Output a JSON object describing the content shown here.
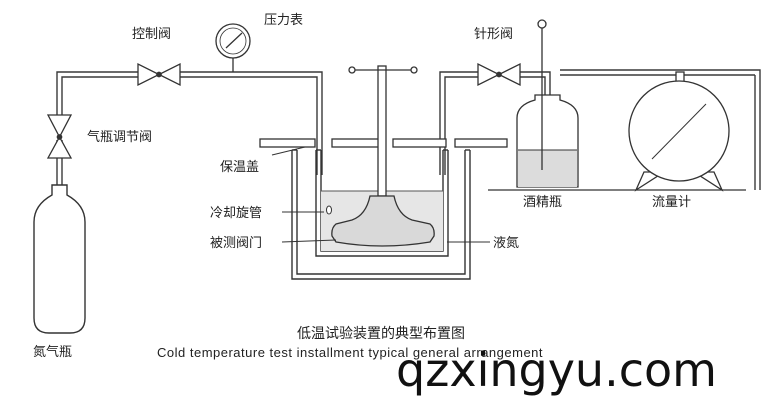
{
  "labels": {
    "control_valve": "控制阀",
    "pressure_gauge": "压力表",
    "needle_valve": "针形阀",
    "cylinder_regulator_valve": "气瓶调节阀",
    "insulated_cover": "保温盖",
    "cooling_coil": "冷却旋管",
    "valve_under_test": "被测阀门",
    "liquid_nitrogen": "液氮",
    "alcohol_bottle": "酒精瓶",
    "flow_meter": "流量计",
    "nitrogen_cylinder": "氮气瓶"
  },
  "caption": {
    "chinese": "低温试验装置的典型布置图",
    "english": "Cold temperature test installment typical general arrangement"
  },
  "watermark": "qzxingyu.com",
  "colors": {
    "line": "#3a3a3a",
    "liquid": "#e6e6e6",
    "valve_body": "#d9d9d9",
    "alcohol": "#dcdcdc"
  }
}
